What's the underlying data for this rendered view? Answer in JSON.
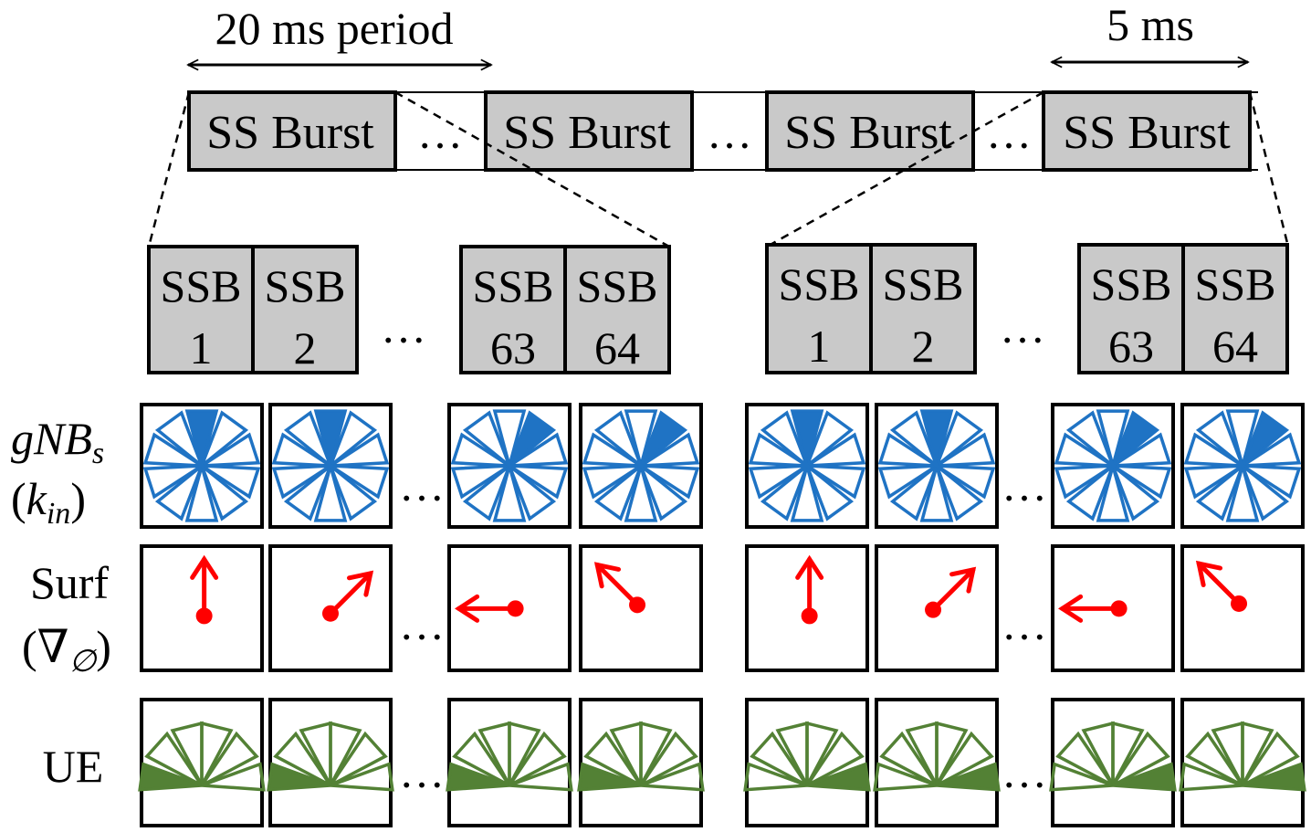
{
  "timeline": {
    "period_label": "20 ms period",
    "duration_label": "5 ms",
    "burst_label": "SS Burst",
    "ellipsis": "…"
  },
  "ssb": {
    "label": "SSB",
    "groups": [
      [
        "1",
        "2",
        "63",
        "64"
      ],
      [
        "1",
        "2",
        "63",
        "64"
      ]
    ]
  },
  "rows": {
    "gnb_label": "gNBs",
    "gnb_subscript": "s",
    "gnb_sublabel_k": "k",
    "gnb_sublabel_sub": "in",
    "surf_label": "Surf",
    "surf_sublabel": "∇",
    "surf_sublabel_sub": "∅",
    "ue_label": "UE"
  },
  "colors": {
    "gnb_beam": "#1f73c4",
    "surf_arrow": "#ff0000",
    "ue_beam": "#538135",
    "ssb_fill": "#c9c9c9"
  },
  "gnb_active_beam_per_column": [
    0,
    0,
    1,
    1,
    0,
    0,
    1,
    1
  ],
  "surf_arrow_directions_deg": [
    90,
    45,
    180,
    135,
    90,
    45,
    180,
    135
  ],
  "ue_active_beam_per_column": [
    "left",
    "left",
    "left",
    "left",
    "right",
    "right",
    "right",
    "right"
  ]
}
